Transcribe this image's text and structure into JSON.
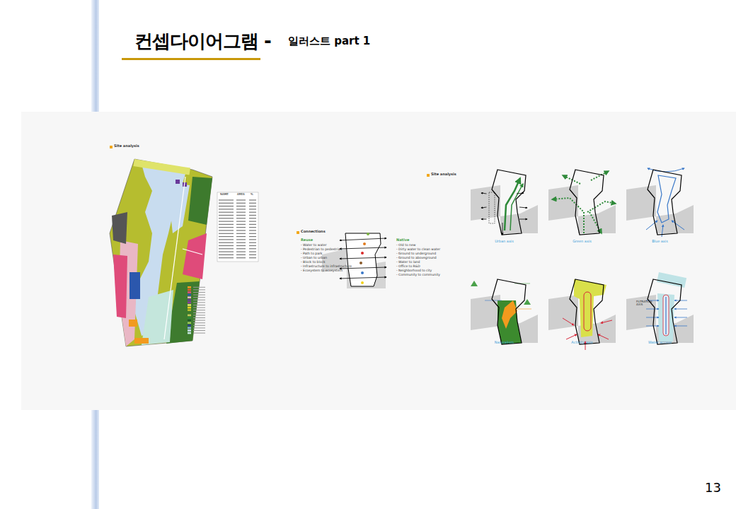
{
  "diagram": {
    "title": "컨셉다이어그램 -",
    "labels": [
      "일러스트 part 1",
      "13",
      "Site analysis",
      "NAME",
      "AREA",
      "%",
      "Connections",
      "Reuse",
      "- Water to water",
      "- Pedestrian to pedestrian",
      "- Path to park",
      "- Urban to urban",
      "- Block to block",
      "- Infrastructure to infrastructure",
      "- Ecosystem to ecosystem",
      "Native",
      "- Old to new",
      "- Dirty water to clean water",
      "- Ground to underground",
      "- Ground to aboveground",
      "- Water to land",
      "- Office to R&D",
      "- Neighborhood to city",
      "- Community to community",
      "Site analysis",
      "Urban axis",
      "Green axis",
      "Blue axis",
      "Naturalism",
      "Activity axis",
      "Water access",
      "FILTRATION AXIS"
    ]
  }
}
